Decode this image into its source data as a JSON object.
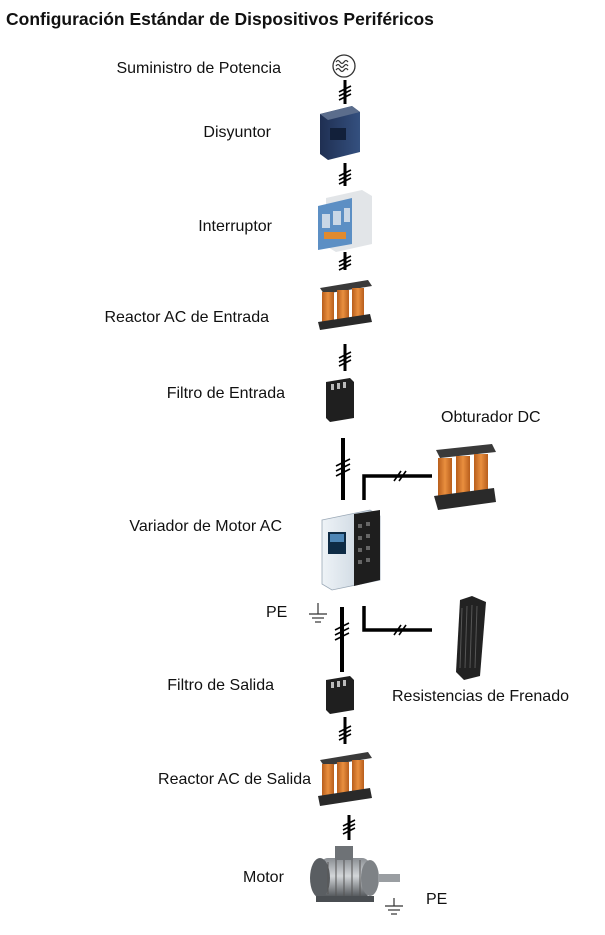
{
  "title": "Configuración Estándar de Dispositivos Periféricos",
  "labels": {
    "power_supply": "Suministro de Potencia",
    "breaker": "Disyuntor",
    "switch": "Interruptor",
    "input_reactor": "Reactor AC de Entrada",
    "input_filter": "Filtro de Entrada",
    "dc_choke": "Obturador DC",
    "ac_drive": "Variador de Motor AC",
    "pe_drive": "PE",
    "braking_resistors": "Resistencias de Frenado",
    "output_filter": "Filtro de Salida",
    "output_reactor": "Reactor AC de Salida",
    "motor": "Motor",
    "pe_motor": "PE"
  },
  "colors": {
    "coil_orange": "#d9792b",
    "device_dark": "#1f1f1f",
    "drive_body": "#d8e1ea",
    "breaker_blue": "#2a3f66"
  }
}
